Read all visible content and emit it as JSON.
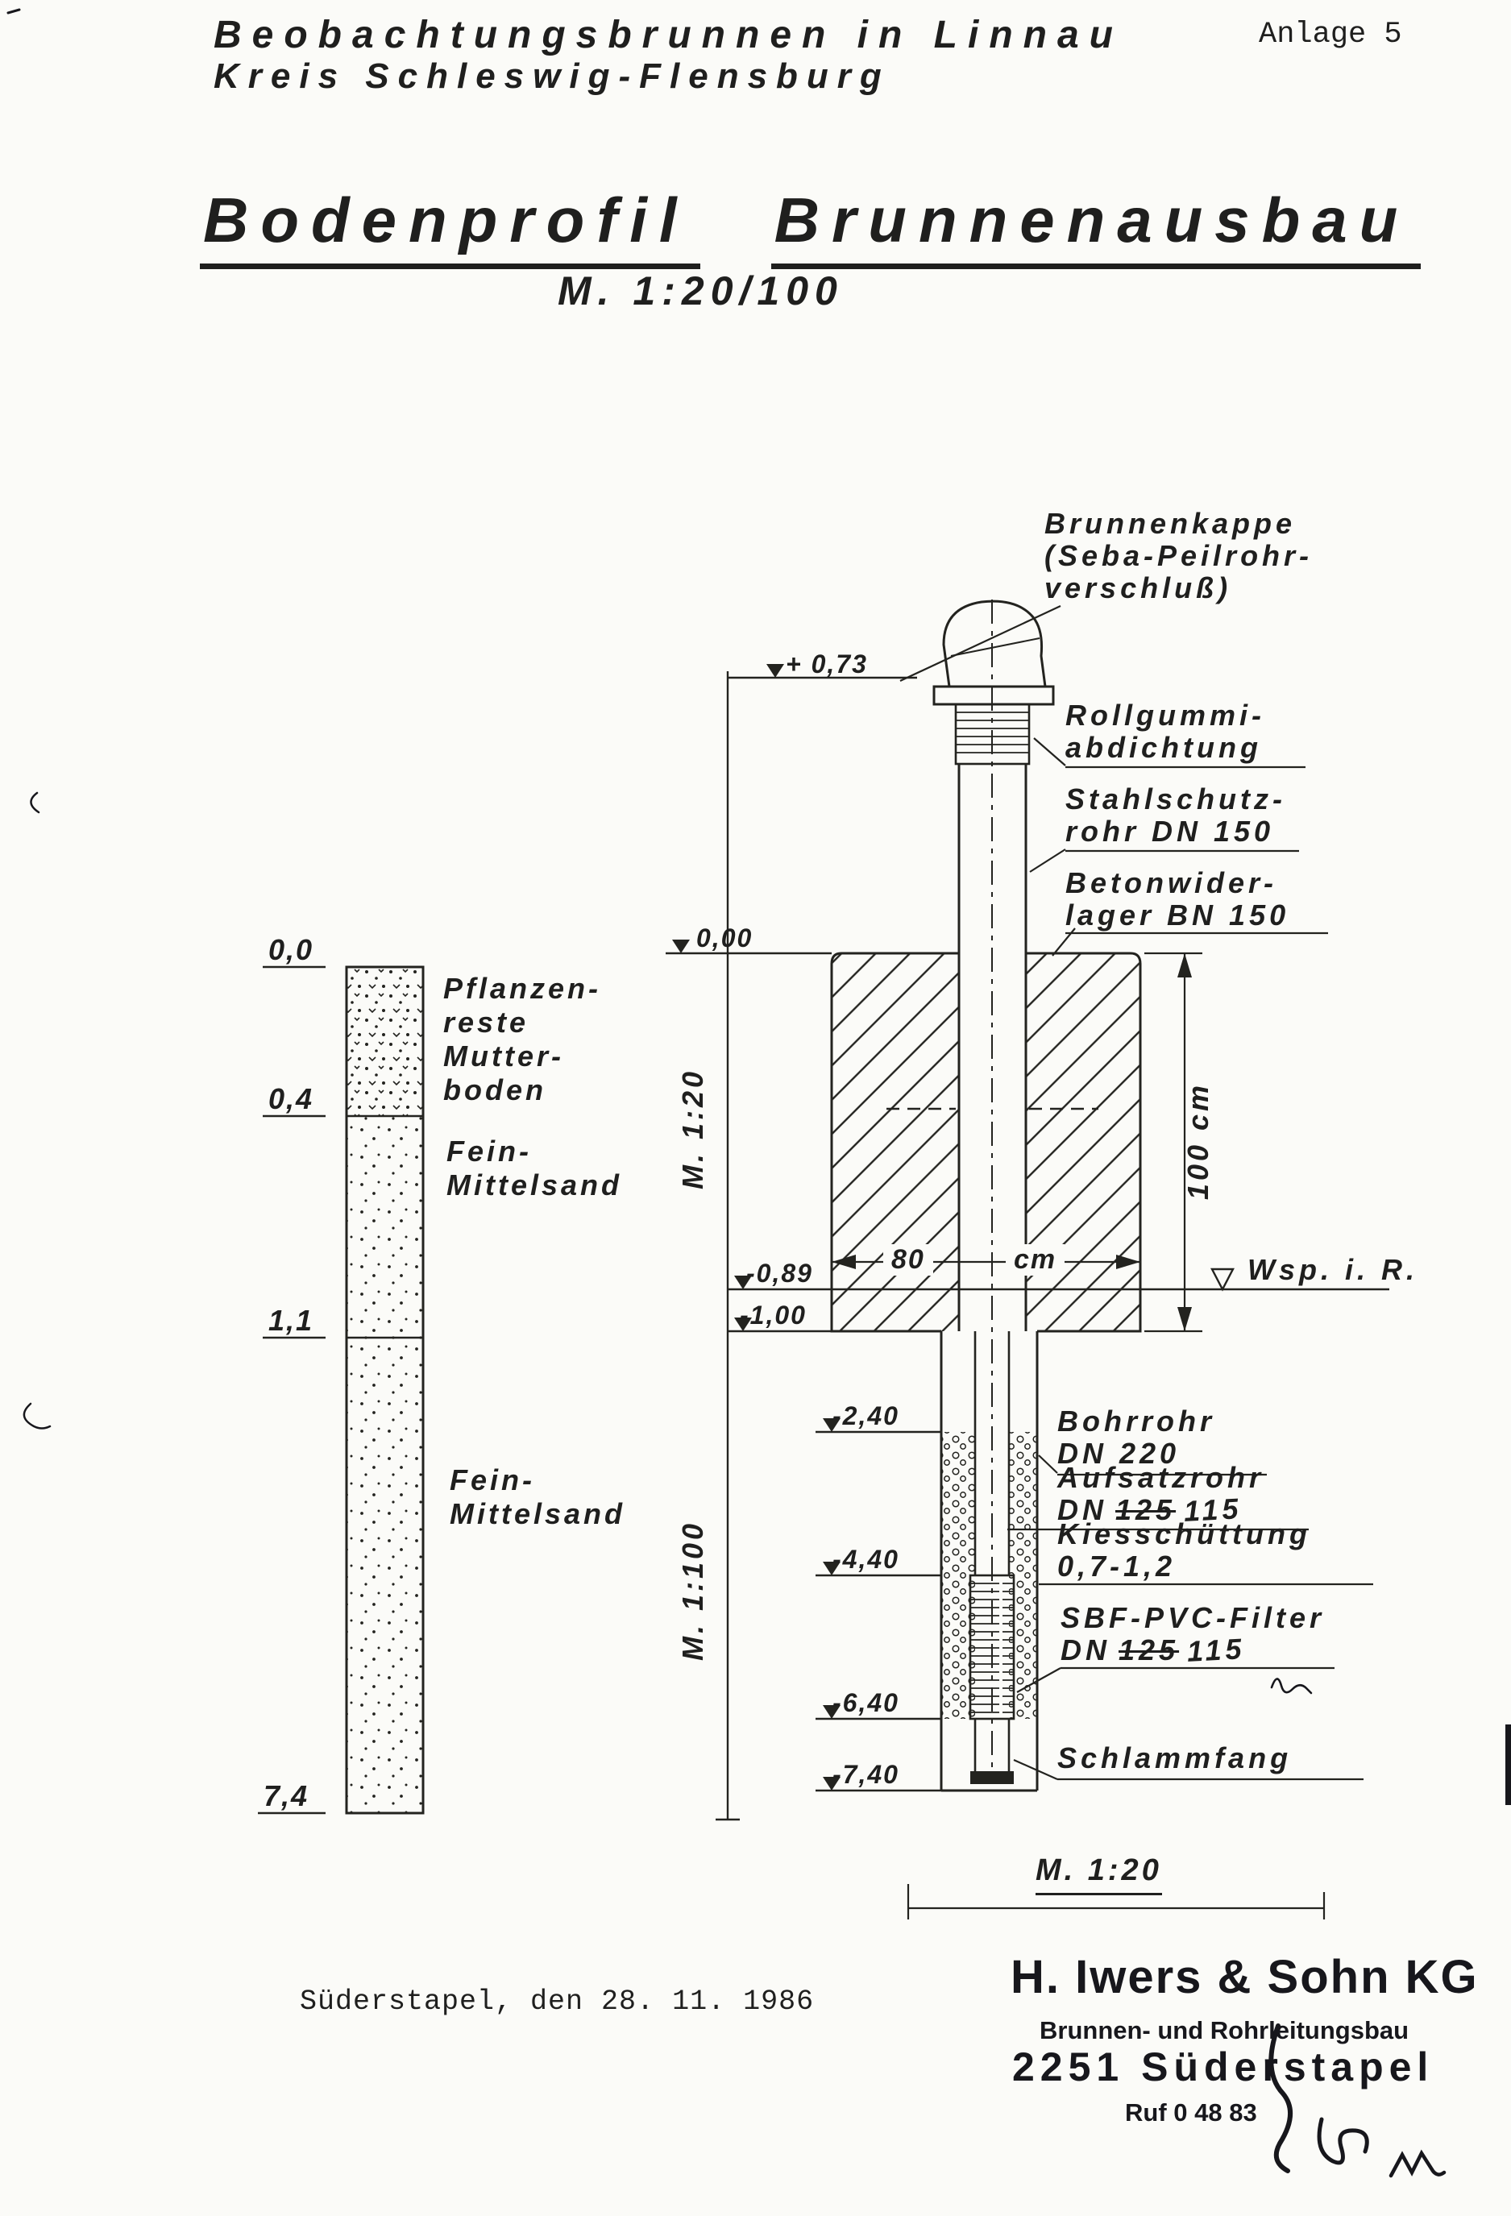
{
  "header": {
    "line1": "Beobachtungsbrunnen in Linnau",
    "line2": "Kreis Schleswig-Flensburg",
    "annex": "Anlage 5"
  },
  "title": {
    "word1": "Bodenprofil",
    "word2": "Brunnenausbau",
    "scale": "M. 1:20/100"
  },
  "soil_column": {
    "depths": [
      "0,0",
      "0,4",
      "1,1",
      "7,4"
    ],
    "layer1_lines": [
      "Pflanzen-",
      "reste",
      "Mutter-",
      "boden"
    ],
    "layer2_lines": [
      "Fein-",
      "Mittelsand"
    ],
    "layer3_lines": [
      "Fein-",
      "Mittelsand"
    ]
  },
  "well": {
    "elevations": [
      "+ 0,73",
      "0,00",
      "-0,89",
      "-1,00",
      "-2,40",
      "-4,40",
      "-6,40",
      "-7,40"
    ],
    "water_level_label": "Wsp. i. R.",
    "dim_width_value": "80",
    "dim_width_unit": "cm",
    "dim_height": "100 cm",
    "scale_upper": "M. 1:20",
    "scale_lower": "M. 1:100",
    "scale_bottom": "M. 1:20",
    "callouts": {
      "cap": [
        "Brunnenkappe",
        "(Seba-Peilrohr-",
        "verschluß)"
      ],
      "seal": [
        "Rollgummi-",
        "abdichtung"
      ],
      "steel_pipe": [
        "Stahlschutz-",
        "rohr DN 150"
      ],
      "concrete": [
        "Betonwider-",
        "lager BN 150"
      ],
      "bore_pipe": [
        "Bohrrohr",
        "DN 220"
      ],
      "riser": {
        "line1": "Aufsatzrohr",
        "dn_prefix": "DN",
        "dn_struck": "125",
        "dn_replacement": "115"
      },
      "gravel": [
        "Kiesschüttung",
        "0,7-1,2"
      ],
      "filter": {
        "line1": "SBF-PVC-Filter",
        "dn_prefix": "DN",
        "dn_struck": "125",
        "dn_replacement": "115"
      },
      "sump": "Schlammfang"
    }
  },
  "footer": {
    "date_line": "Süderstapel, den 28. 11. 1986",
    "company_name": "H. Iwers & Sohn KG",
    "company_sub": "Brunnen- und Rohrleitungsbau",
    "company_city": "2251 Süderstapel",
    "company_phone": "Ruf 0 48 83"
  }
}
